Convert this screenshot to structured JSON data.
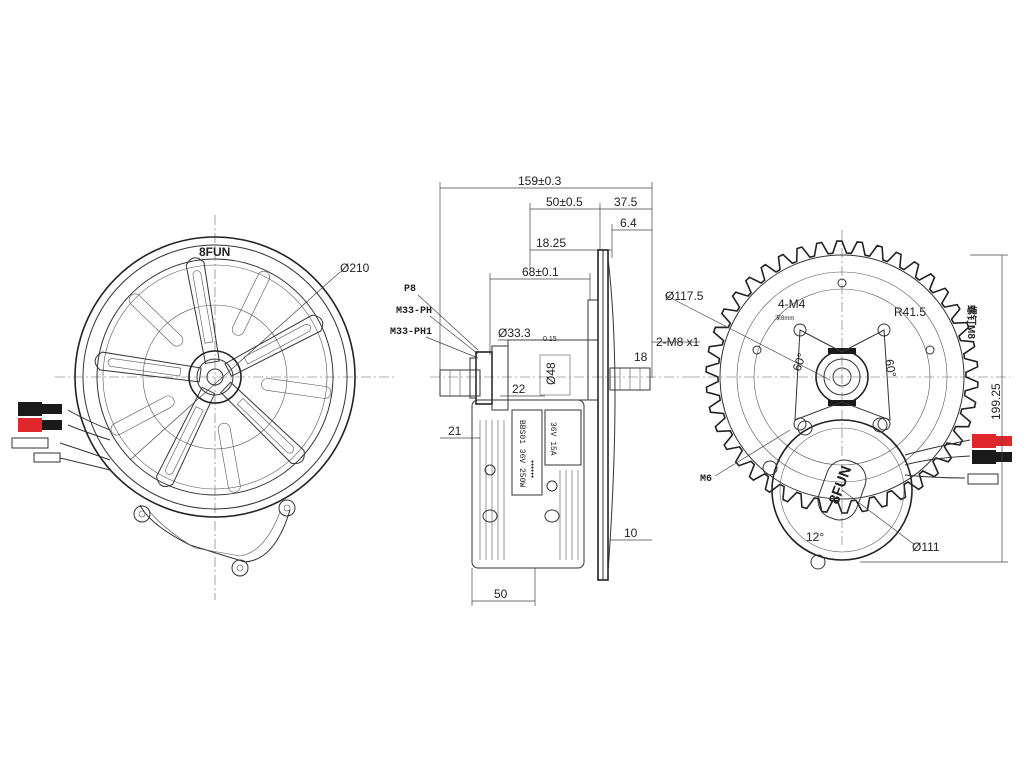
{
  "brand": {
    "left_logo": "8FUN",
    "right_logo": "8FUN"
  },
  "front_view": {
    "dim_diameter": "Ø210"
  },
  "side_view": {
    "dim_total": "159±0.3",
    "dim_50": "50±0.5",
    "dim_37": "37.5",
    "dim_6": "6.4",
    "dim_18_25": "18.25",
    "dim_68": "68±0.1",
    "dim_33": "Ø33.3",
    "dim_33_tol": "0.15",
    "dim_bolt": "2-M8 x1",
    "dim_18": "18",
    "dim_22": "22",
    "dim_48": "Ø48",
    "dim_21": "21",
    "dim_10": "10",
    "dim_bottom": "50",
    "lbl_p8": "P8",
    "lbl_m33ph": "M33-PH",
    "lbl_m33ph1": "M33-PH1",
    "plate_1": "BBS01 36V 250W",
    "plate_2": "36V 15A",
    "plate_dots": "●●●●●●"
  },
  "chainring_view": {
    "dim_117": "Ø117.5",
    "dim_4m4": "4-M4",
    "dim_4m4_note": "深8mm",
    "dim_r41": "R41.5",
    "dim_bolt_note": "螺钉M8",
    "dim_60a": "60°",
    "dim_60b": "60°",
    "dim_m6": "M6",
    "dim_199": "199.25",
    "dim_12": "12°",
    "dim_111": "Ø111"
  },
  "colors": {
    "red": "#e0282c",
    "black": "#1a1a1a",
    "line": "#333333"
  }
}
